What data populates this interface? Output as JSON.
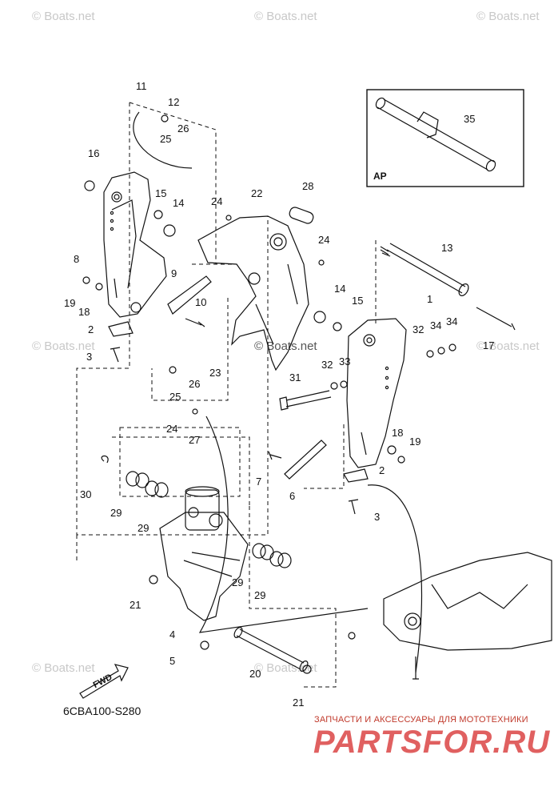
{
  "watermarks": [
    "© Boats.net",
    "© Boats.net",
    "© Boats.net",
    "© Boats.net",
    "© Boats.net",
    "© Boats.net",
    "© Boats.net",
    "© Boats.net"
  ],
  "diagram_code": "6CBA100-S280",
  "inset_label": "AP",
  "fwd_label": "FWD",
  "brand": {
    "tagline": "ЗАПЧАСТИ И АКСЕССУАРЫ ДЛЯ МОТОТЕХНИКИ",
    "logo": "PARTSFOR.RU"
  },
  "callouts": {
    "c11": "11",
    "c12": "12",
    "c26a": "26",
    "c25a": "25",
    "c16": "16",
    "c15a": "15",
    "c14a": "14",
    "c24a": "24",
    "c22": "22",
    "c28": "28",
    "c24b": "24",
    "c8": "8",
    "c9": "9",
    "c10": "10",
    "c19a": "19",
    "c18a": "18",
    "c2a": "2",
    "c3a": "3",
    "c23": "23",
    "c26b": "26",
    "c25b": "25",
    "c24c": "24",
    "c27": "27",
    "c14b": "14",
    "c15b": "15",
    "c13": "13",
    "c1": "1",
    "c32a": "32",
    "c34a": "34",
    "c34b": "34",
    "c17": "17",
    "c32b": "32",
    "c33": "33",
    "c31": "31",
    "c18b": "18",
    "c19b": "19",
    "c2b": "2",
    "c3b": "3",
    "c7": "7",
    "c6": "6",
    "c30": "30",
    "c29a": "29",
    "c29b": "29",
    "c29c": "29",
    "c29d": "29",
    "c21a": "21",
    "c4": "4",
    "c5": "5",
    "c20": "20",
    "c21b": "21",
    "c35": "35"
  }
}
